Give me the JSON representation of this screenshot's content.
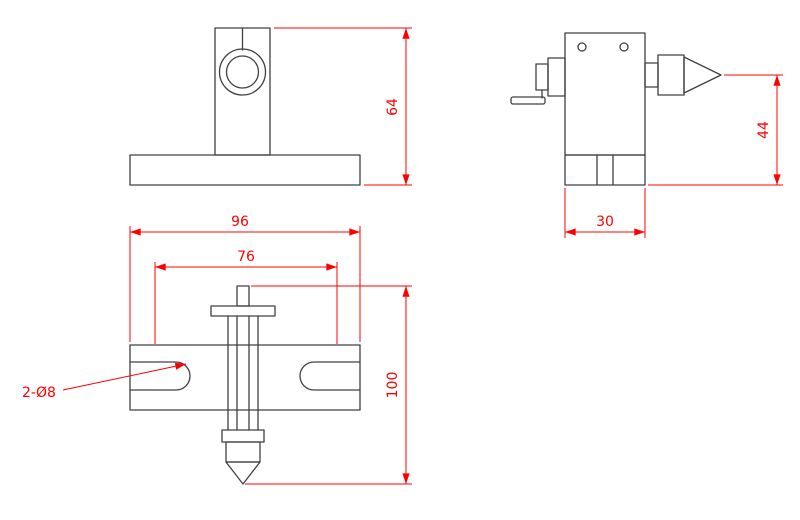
{
  "dimensions": {
    "front_height": "64",
    "side_point_height": "44",
    "side_base_width": "30",
    "plate_width": "96",
    "slot_span": "76",
    "assembly_height": "100",
    "slot_callout": "2-Ø8"
  },
  "colors": {
    "part_line": "#404040",
    "dimension_line": "#fe0000",
    "background": "#ffffff"
  }
}
